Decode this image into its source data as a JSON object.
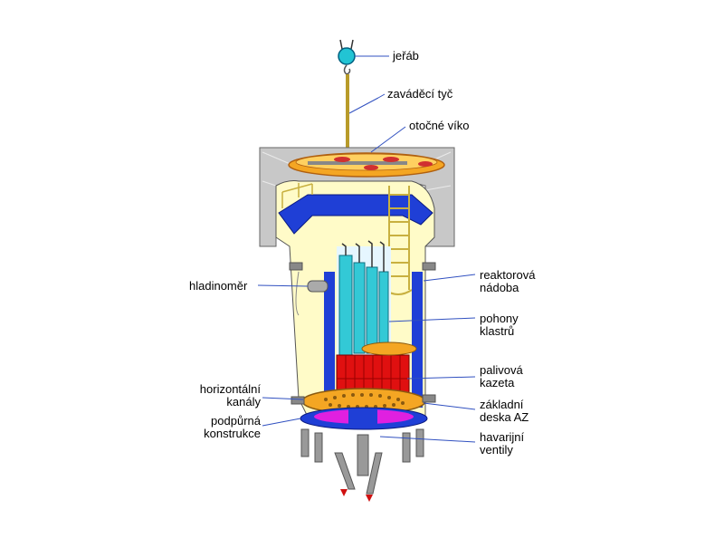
{
  "labels": {
    "jerab": "jeřáb",
    "zavadeci_tyc": "zaváděcí tyč",
    "otocne_viko": "otočné víko",
    "hladinomer": "hladinoměr",
    "reaktorova_1": "reaktorová",
    "reaktorova_2": "nádoba",
    "pohony_1": "pohony",
    "pohony_2": "klastrů",
    "palivova_1": "palivová",
    "palivova_2": "kazeta",
    "zakladni_1": "základní",
    "zakladni_2": "deska AZ",
    "havarijni_1": "havarijní",
    "havarijni_2": "ventily",
    "horizontalni_1": "horizontální",
    "horizontalni_2": "kanály",
    "podpurna_1": "podpůrná",
    "podpurna_2": "konstrukce"
  },
  "colors": {
    "yellow_fill": "#fffbc8",
    "gray_shield": "#c8c8c8",
    "blue_steel": "#1f3fd6",
    "cyan_rod": "#33c9d6",
    "red_fuel": "#e01010",
    "orange_plate": "#f4a623",
    "magenta": "#e020e0",
    "leader_line": "#3050c0"
  }
}
